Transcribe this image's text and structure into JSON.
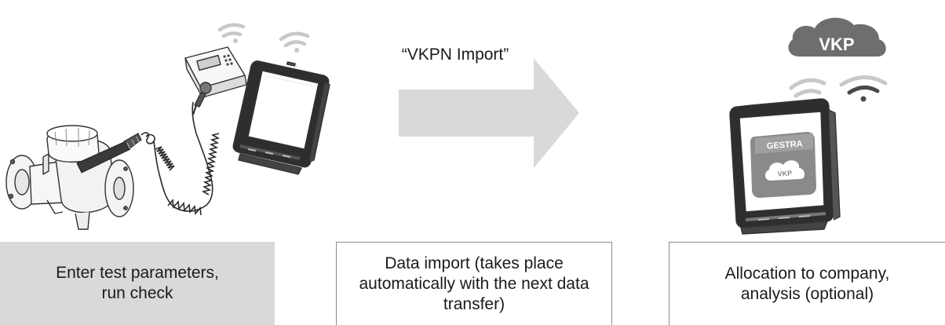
{
  "import_label": "“VKPN Import”",
  "cloud": {
    "label": "VKP"
  },
  "phone_app": {
    "brand": "GESTRA",
    "app_label": "VKP"
  },
  "steps": [
    {
      "text": "Enter test parameters,\nrun check"
    },
    {
      "text": "Data import (takes place\nautomatically with the next data\ntransfer)"
    },
    {
      "text": "Allocation to company,\nanalysis (optional)"
    }
  ],
  "colors": {
    "step1_fill": "#d9d9d9",
    "box_border": "#8c8c8c",
    "arrow": "#d9d9d9",
    "cloud": "#6e6e6e",
    "wifi_light": "#c8c8c8",
    "wifi_dark": "#4a4a4a",
    "app_tile": "#8a8a8a"
  }
}
